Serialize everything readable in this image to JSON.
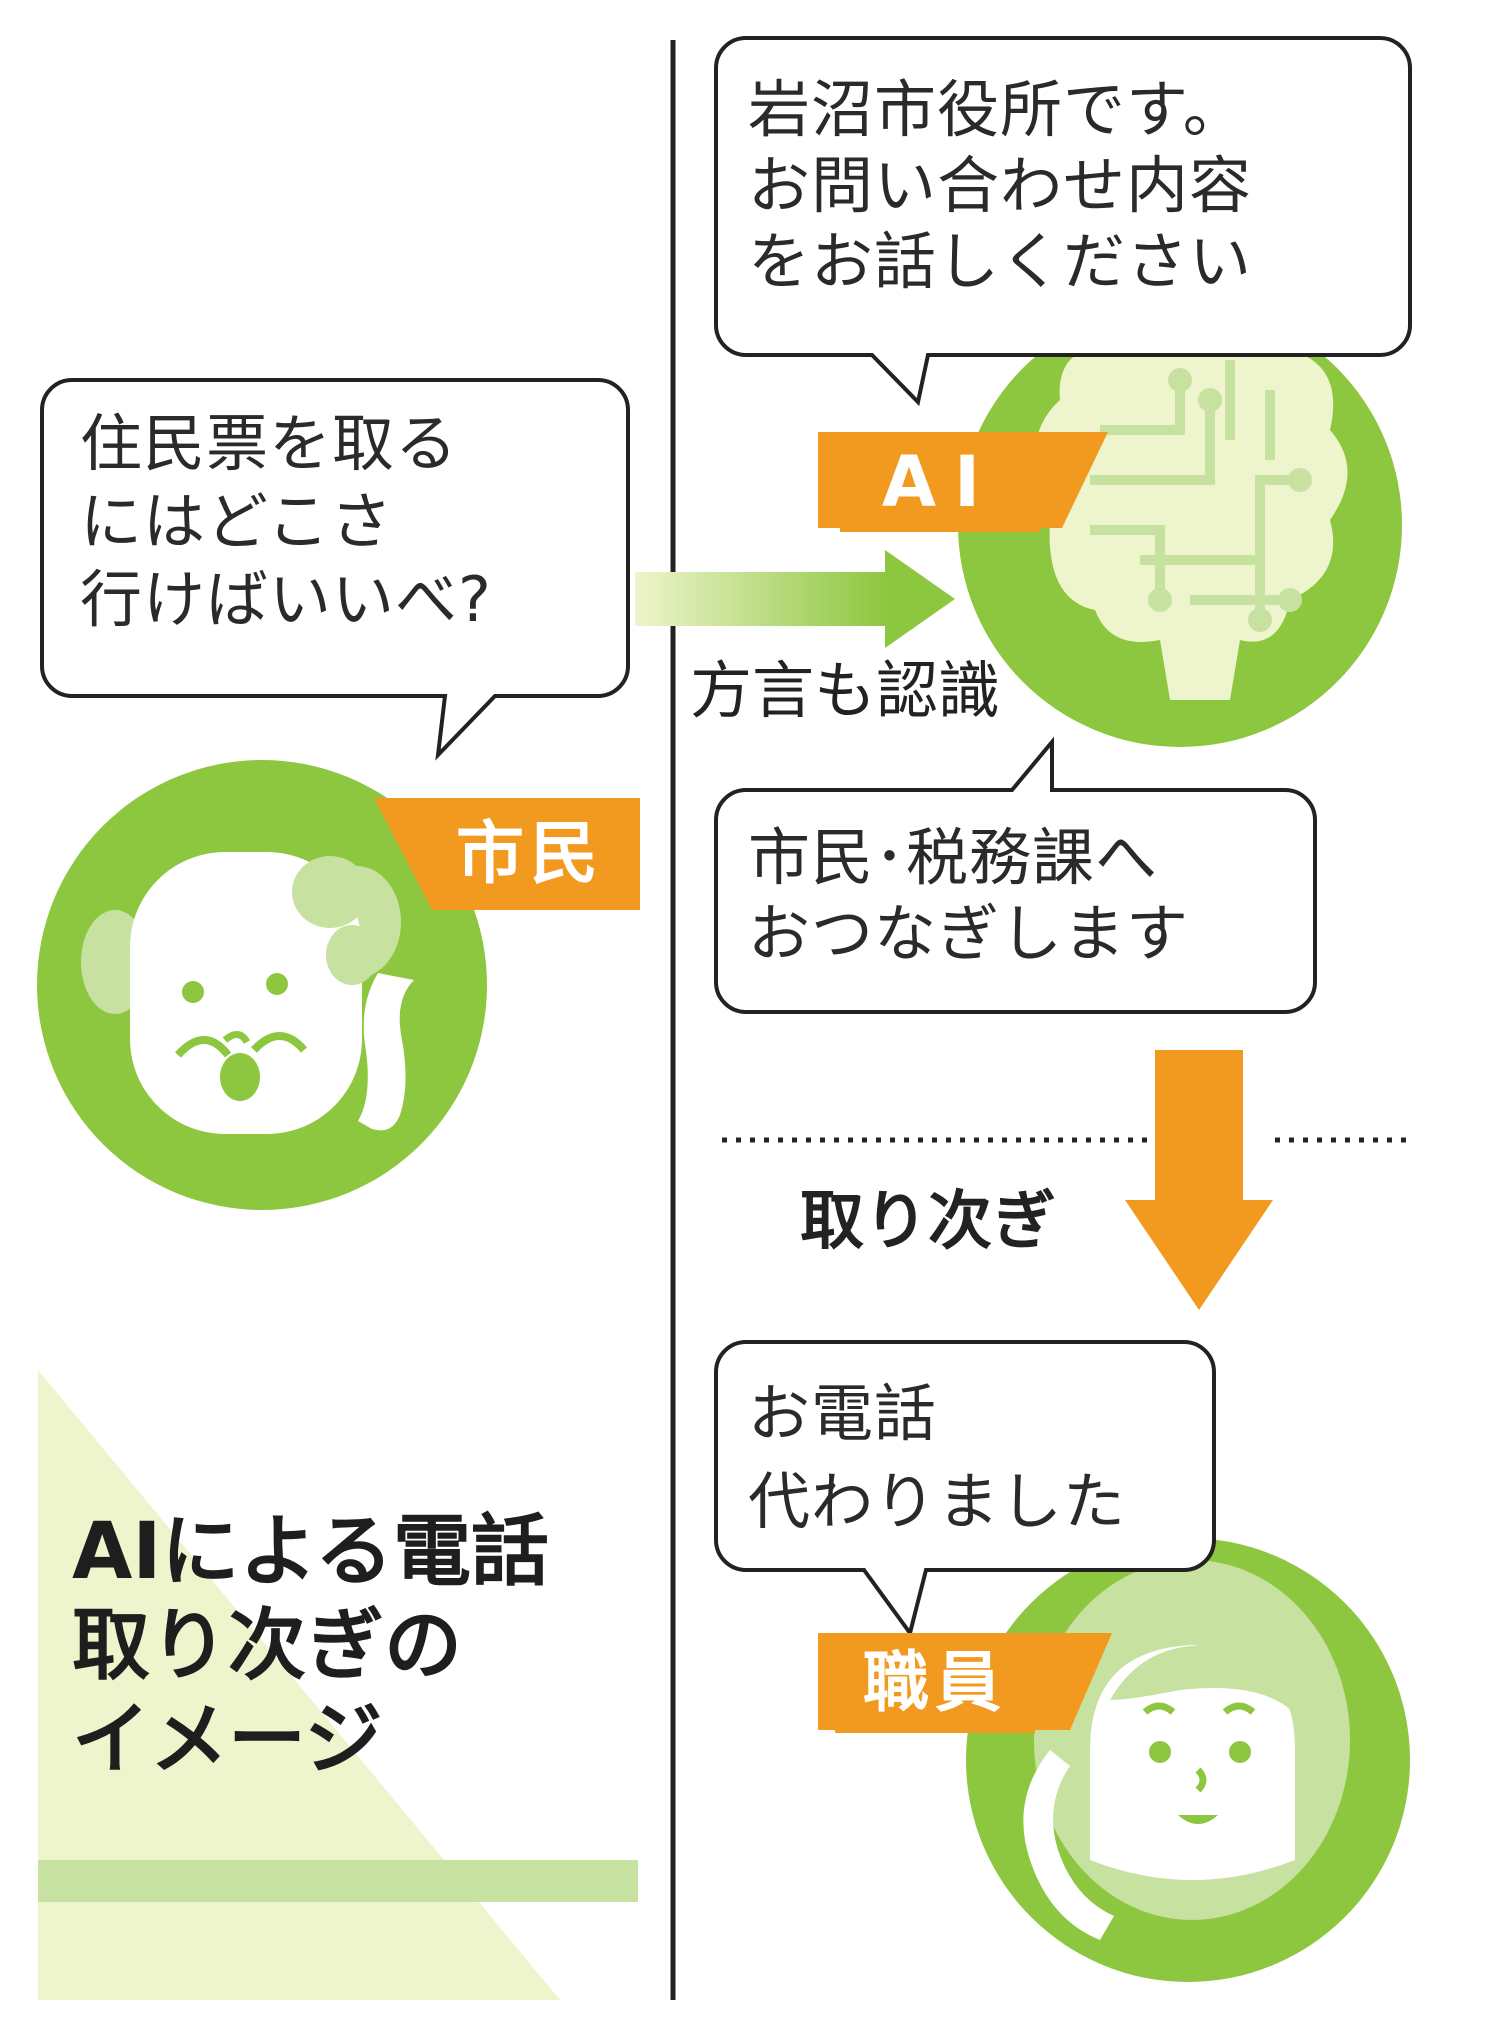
{
  "colors": {
    "green": "#8dc63f",
    "light_green": "#c7e1a0",
    "pale_green": "#eef4cc",
    "orange": "#f29a1f",
    "ink": "#222222"
  },
  "citizen": {
    "tag": "市民",
    "speech": "住民票を取る\nにはどこさ\n行けばいいべ?"
  },
  "ai": {
    "tag": "AI",
    "greeting": "岩沼市役所です。\nお問い合わせ内容\nをお話しください",
    "reply": "市民･税務課へ\nおつなぎします",
    "recognition_label": "方言も認識"
  },
  "transfer_label": "取り次ぎ",
  "staff": {
    "tag": "職員",
    "speech": "お電話\n代わりました"
  },
  "title": "AIによる電話\n取り次ぎの\nイメージ",
  "icons": [
    "elderly-man-icon",
    "phone-handset-icon",
    "brain-circuit-icon",
    "woman-staff-icon",
    "arrow-right-icon",
    "arrow-down-icon"
  ]
}
